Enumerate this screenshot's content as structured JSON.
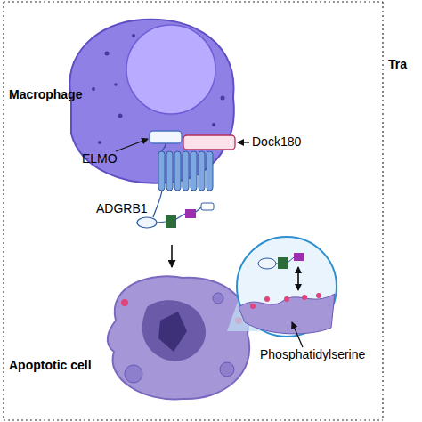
{
  "diagram": {
    "nodes": [
      {
        "text": [
          "Macrophage"
        ]
      },
      {
        "text": [
          "Apoptotic cell"
        ]
      }
    ],
    "edges": [
      {
        "from": 0,
        "to": 1,
        "arrow": "to"
      }
    ],
    "labels": [
      "ELMO",
      "Dock180",
      "ADGRB1",
      "Phosphatidylserine",
      "Tra"
    ]
  }
}
